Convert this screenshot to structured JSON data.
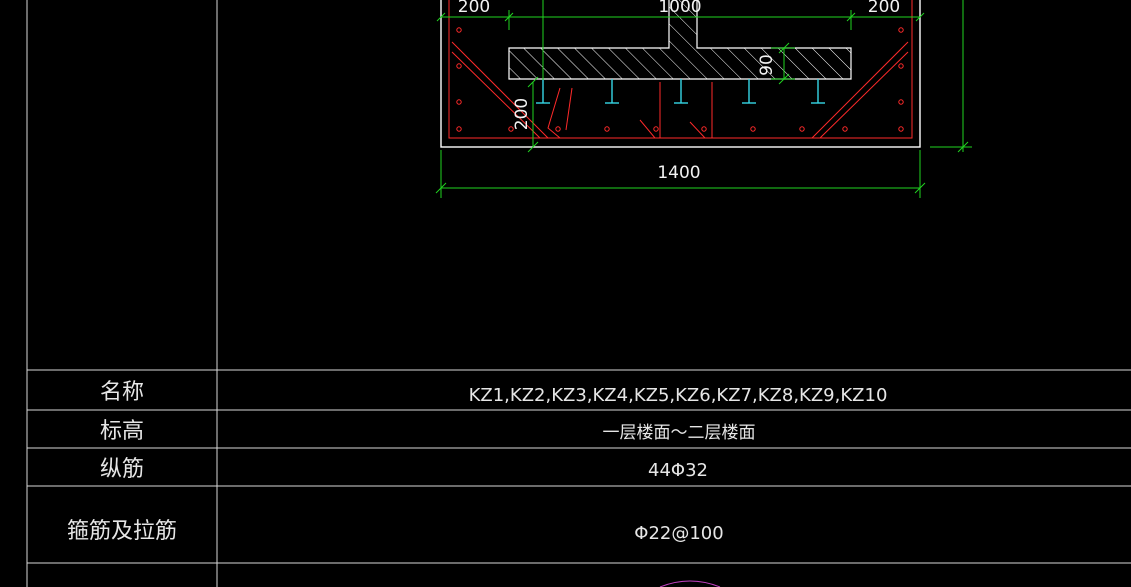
{
  "drawing": {
    "dimensions": {
      "left_cover": "200",
      "center": "1000",
      "right_cover": "200",
      "flange_depth": "90",
      "cover_depth": "200",
      "overall_width": "1400"
    }
  },
  "table": {
    "rows": [
      {
        "label": "名称",
        "value": "KZ1,KZ2,KZ3,KZ4,KZ5,KZ6,KZ7,KZ8,KZ9,KZ10"
      },
      {
        "label": "标高",
        "value": "一层楼面～二层楼面"
      },
      {
        "label": "纵筋",
        "value": "44Φ32"
      },
      {
        "label": "箍筋及拉筋",
        "value": "Φ22@100"
      },
      {
        "label": "",
        "value": ""
      }
    ]
  },
  "colors": {
    "background": "#000000",
    "grid_lines": "#d8d8d8",
    "section_outline": "#ffffff",
    "rebar": "#ff2a2a",
    "dimension": "#21d421",
    "studs": "#35d6e6",
    "text": "#f2f2f2"
  }
}
